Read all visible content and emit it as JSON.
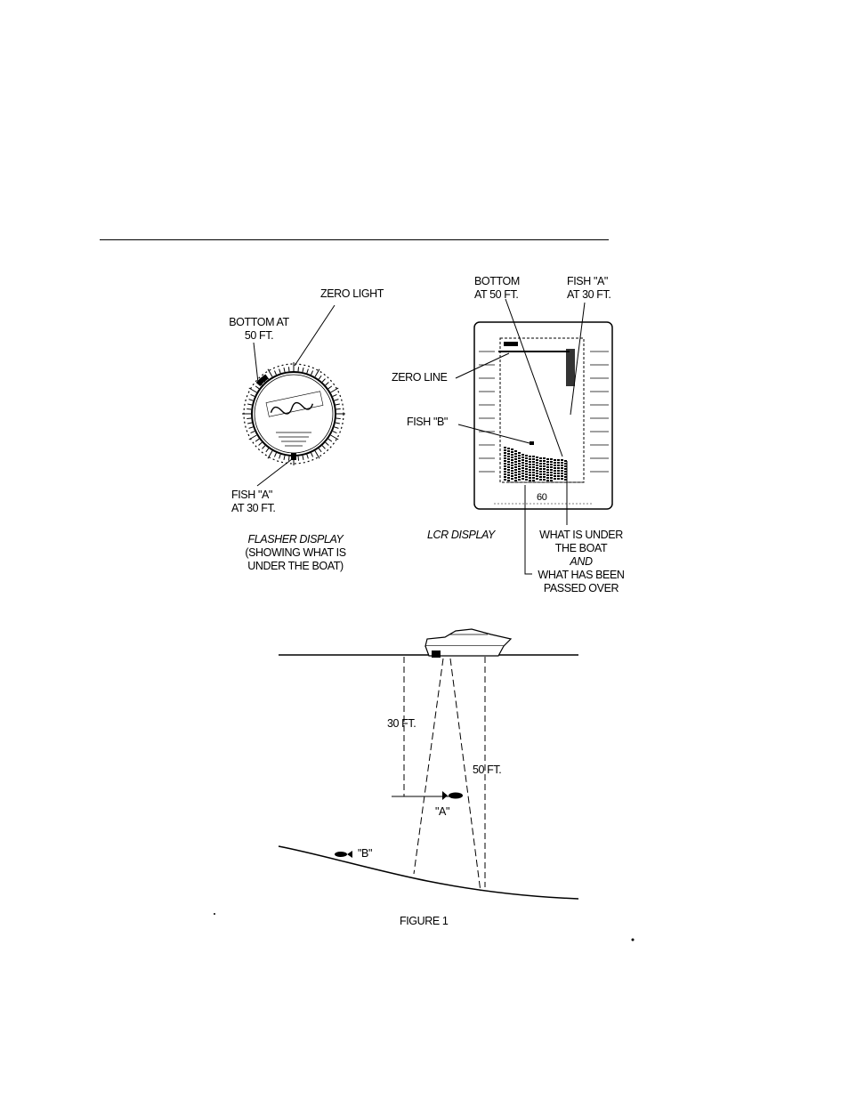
{
  "flasher": {
    "zero_light": "ZERO LIGHT",
    "bottom_line1": "BOTTOM AT",
    "bottom_line2": "50 FT.",
    "fish_a_line1": "FISH \"A\"",
    "fish_a_line2": "AT 30 FT.",
    "caption_line1": "FLASHER DISPLAY",
    "caption_line2": "(SHOWING WHAT IS",
    "caption_line3": "UNDER THE BOAT)"
  },
  "lcr": {
    "bottom_line1": "BOTTOM",
    "bottom_line2": "AT 50 FT.",
    "fish_a_line1": "FISH \"A\"",
    "fish_a_line2": "AT 30 FT.",
    "zero_line": "ZERO LINE",
    "fish_b": "FISH \"B\"",
    "depth_value": "60",
    "caption": "LCR DISPLAY",
    "under_line1": "WHAT IS UNDER",
    "under_line2": "THE BOAT",
    "and": "AND",
    "passed_line1": "WHAT HAS BEEN",
    "passed_line2": "PASSED OVER"
  },
  "scene": {
    "depth_30": "30 FT.",
    "depth_50": "50 FT.",
    "fish_a": "\"A\"",
    "fish_b": "\"B\""
  },
  "figure_caption": "FIGURE 1"
}
